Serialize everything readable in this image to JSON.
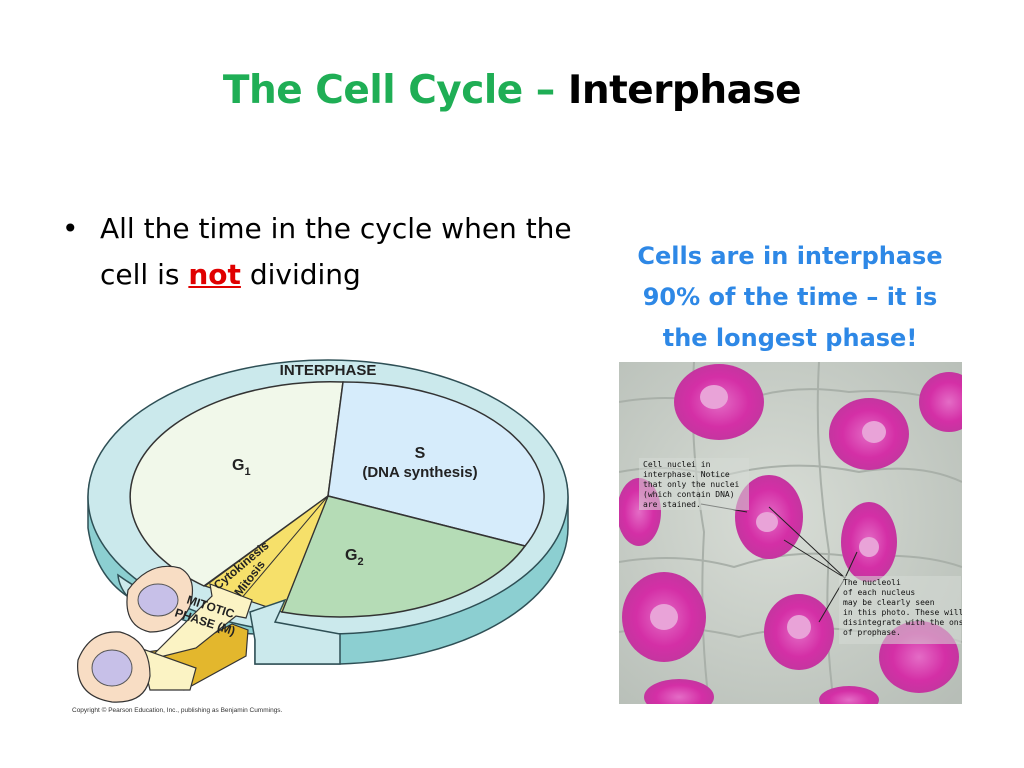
{
  "title": {
    "part1": "The Cell Cycle – ",
    "part2": "Interphase"
  },
  "bullet": {
    "before": "All the time in the cycle when the cell is ",
    "emphasis": "not",
    "after": " dividing"
  },
  "callout": {
    "line1": "Cells are in interphase",
    "line2": "90% of the time – it is",
    "line3": "the longest phase!"
  },
  "diagram": {
    "ring_label": "INTERPHASE",
    "g1": {
      "main": "G",
      "sub": "1"
    },
    "s": {
      "line1": "S",
      "line2": "(DNA synthesis)"
    },
    "g2": {
      "main": "G",
      "sub": "2"
    },
    "cytokinesis": "Cytokinesis",
    "mitosis": "Mitosis",
    "mitotic_line1": "MITOTIC",
    "mitotic_line2": "PHASE (M)",
    "copyright": "Copyright © Pearson Education, Inc., publishing as Benjamin Cummings.",
    "colors": {
      "g1": "#f1f8ea",
      "s": "#d6ecfb",
      "g2": "#b5dcb6",
      "ring": "#cbe9ec",
      "ring_side": "#8ccfd1",
      "mitosis": "#f6e06a"
    }
  },
  "photo": {
    "note1": "Cell nuclei in\ninterphase. Notice\nthat only the nuclei\n(which contain DNA)\nare stained.",
    "note2": "The nucleoli\nof each nucleus\nmay be clearly seen\nin this photo. These will\ndisintegrate with the onset\nof prophase.",
    "colors": {
      "nucleus": "#d42fa6",
      "background": "#c9d0c9"
    }
  }
}
